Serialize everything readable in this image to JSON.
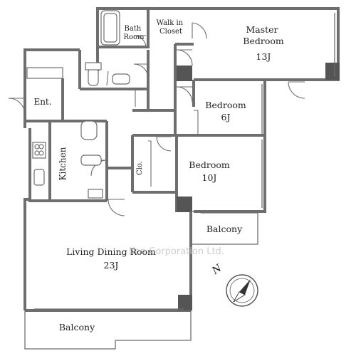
{
  "rooms": {
    "bath": "Bath\nRoom",
    "walk_in_closet": "Walk in\nCloset",
    "master_bedroom": {
      "name": "Master\nBedroom",
      "size": "13J"
    },
    "entrance": "Ent.",
    "bedroom_6": {
      "name": "Bedroom",
      "size": "6J"
    },
    "kitchen": "Kitchen",
    "closet": "Clo.",
    "bedroom_10": {
      "name": "Bedroom",
      "size": "10J"
    },
    "balcony_east": "Balcony",
    "living_dining": {
      "name": "Living Dining Room",
      "size": "23J"
    },
    "balcony_south": "Balcony"
  },
  "watermark": "Ken Corporation Ltd.",
  "compass": {
    "north_label": "N"
  }
}
